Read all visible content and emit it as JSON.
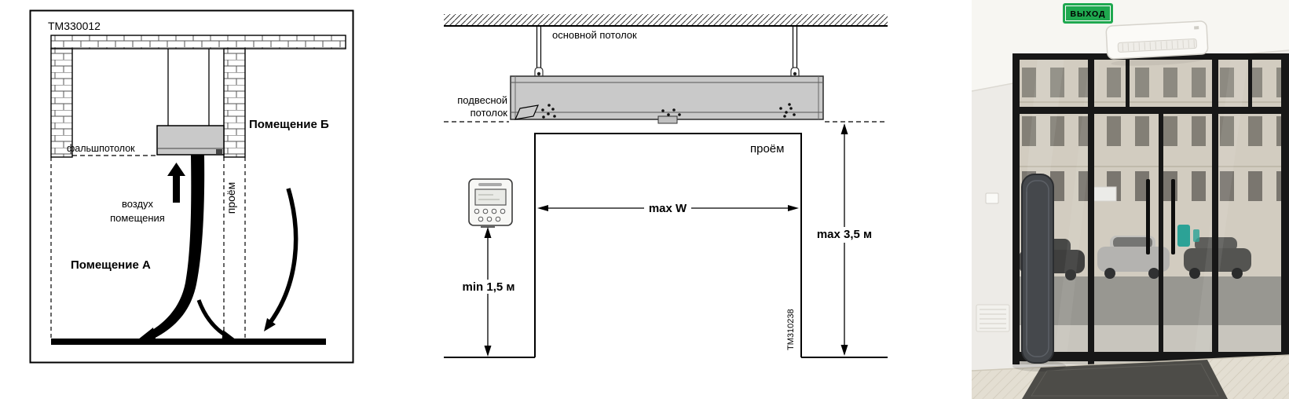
{
  "left_diagram": {
    "code": "TM330012",
    "room_b_label": "Помещение Б",
    "room_a_label": "Помещение А",
    "false_ceiling_label": "фальшпотолок",
    "opening_label": "проём",
    "room_air_line1": "воздух",
    "room_air_line2": "помещения"
  },
  "middle_diagram": {
    "main_ceiling_label": "основной потолок",
    "suspended_ceiling_line1": "подвесной",
    "suspended_ceiling_line2": "потолок",
    "opening_label": "проём",
    "width_dim_label": "max W",
    "height_dim_label": "max 3,5 м",
    "controller_height_label": "min 1,5 м",
    "code": "TM310238"
  },
  "photo": {
    "exit_sign_label": "ВЫХОД"
  },
  "colors": {
    "unit_fill": "#c9c9c9",
    "exit_green": "#1fa84f"
  }
}
